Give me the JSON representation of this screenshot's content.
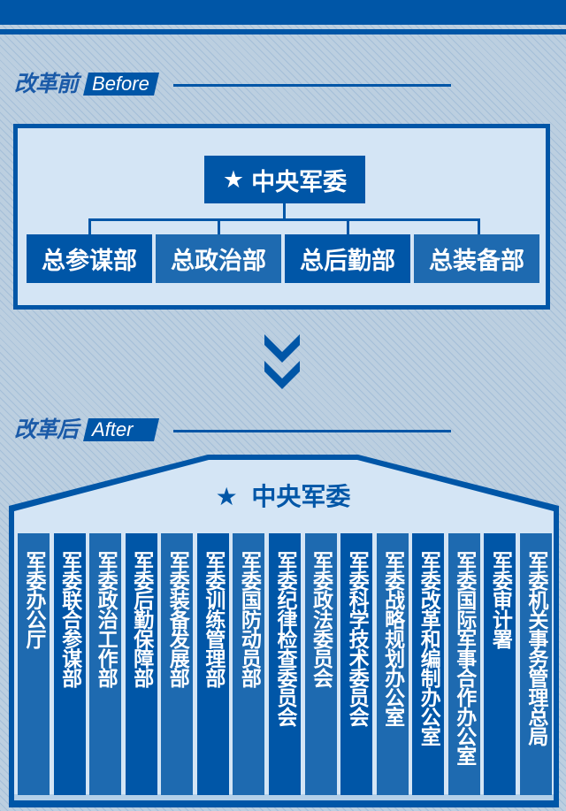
{
  "header": {
    "band_color": "#0056a7"
  },
  "before": {
    "title_cn": "改革前",
    "title_en": "Before",
    "top_node": {
      "star": "★",
      "label": "中央军委"
    },
    "departments": [
      {
        "label": "总参谋部",
        "color": "#0056a7"
      },
      {
        "label": "总政治部",
        "color": "#1e6ab0"
      },
      {
        "label": "总后勤部",
        "color": "#0056a7"
      },
      {
        "label": "总装备部",
        "color": "#1e6ab0"
      }
    ]
  },
  "transition": {
    "icon": "double-chevron-down"
  },
  "after": {
    "title_cn": "改革后",
    "title_en": "After",
    "top_node": {
      "star": "★",
      "label": "中央军委"
    },
    "departments": [
      {
        "label": "军委办公厅"
      },
      {
        "label": "军委联合参谋部"
      },
      {
        "label": "军委政治工作部"
      },
      {
        "label": "军委后勤保障部"
      },
      {
        "label": "军委装备发展部"
      },
      {
        "label": "军委训练管理部"
      },
      {
        "label": "军委国防动员部"
      },
      {
        "label": "军委纪律检查委员会"
      },
      {
        "label": "军委政法委员会"
      },
      {
        "label": "军委科学技术委员会"
      },
      {
        "label": "军委战略规划办公室"
      },
      {
        "label": "军委改革和编制办公室"
      },
      {
        "label": "军委国际军事合作办公室"
      },
      {
        "label": "军委审计署"
      },
      {
        "label": "军委机关事务管理总局"
      }
    ]
  },
  "colors": {
    "primary": "#0056a7",
    "secondary": "#1e6ab0",
    "panel": "#d4e5f5",
    "background": "#bccfe0"
  }
}
